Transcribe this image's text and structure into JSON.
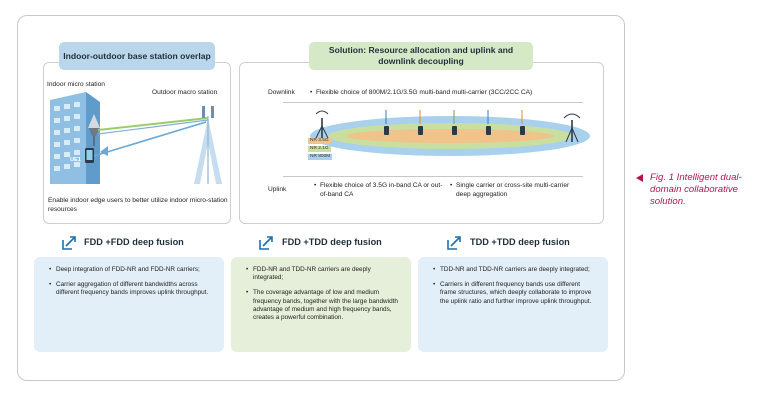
{
  "left_panel": {
    "title": "Indoor-outdoor base station overlap",
    "indoor_label": "Indoor micro station",
    "outdoor_label": "Outdoor macro station",
    "ue_label": "UE1",
    "caption": "Enable indoor edge users to better utilize indoor micro-station resources"
  },
  "right_panel": {
    "title": "Solution: Resource allocation and uplink and downlink decoupling",
    "downlink_label": "Downlink",
    "downlink_text": "Flexible choice of 800M/2.1G/3.5G multi-band multi-carrier (3CC/2CC CA)",
    "bands": [
      "NR 3.5G",
      "NR 2.1G",
      "NR 800M"
    ],
    "uplink_label": "Uplink",
    "uplink_text_1": "Flexible choice of 3.5G in-band CA or out-of-band CA",
    "uplink_text_2": "Single carrier or cross-site multi-carrier deep aggregation"
  },
  "fusion": [
    {
      "title": "FDD +FDD deep fusion",
      "bullets": [
        "Deep integration of FDD-NR and FDD-NR carriers;",
        "Carrier aggregation of different bandwidths across different frequency bands improves uplink throughput."
      ]
    },
    {
      "title": "FDD +TDD deep fusion",
      "bullets": [
        "FDD-NR and TDD-NR carriers are deeply integrated;",
        "The coverage advantage of low and medium frequency bands, together with the large bandwidth advantage of medium and high frequency bands, creates a powerful combination."
      ]
    },
    {
      "title": "TDD +TDD deep fusion",
      "bullets": [
        "TDD-NR and TDD-NR carriers are deeply integrated;",
        "Carriers in different frequency bands use different frame structures, which deeply collaborate to improve the uplink ratio and further improve uplink throughput."
      ]
    }
  ],
  "figure_caption": "Fig. 1 Intelligent dual-domain collaborative solution.",
  "colors": {
    "blue_tab": "#b9d6ea",
    "green_tab": "#d6e9c6",
    "caption": "#b2154d",
    "band_orange": "#f0c38a",
    "band_green": "#c9dfa0",
    "band_blue": "#a9d0ec"
  }
}
